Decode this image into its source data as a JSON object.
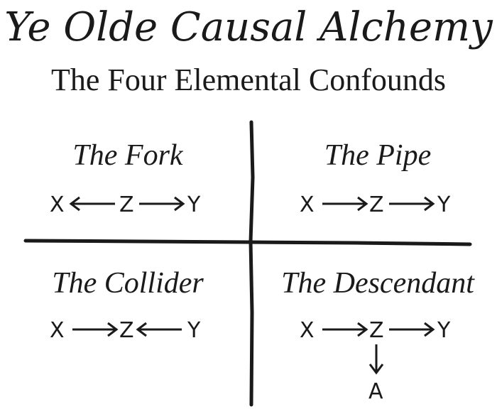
{
  "header": {
    "title": "Ye Olde Causal Alchemy",
    "subtitle": "The Four Elemental Confounds"
  },
  "quadrants": [
    {
      "name": "The Fork",
      "nodes": [
        "X",
        "Z",
        "Y"
      ],
      "edges": [
        "Z→X",
        "Z→Y"
      ]
    },
    {
      "name": "The Pipe",
      "nodes": [
        "X",
        "Z",
        "Y"
      ],
      "edges": [
        "X→Z",
        "Z→Y"
      ]
    },
    {
      "name": "The Collider",
      "nodes": [
        "X",
        "Z",
        "Y"
      ],
      "edges": [
        "X→Z",
        "Y→Z"
      ]
    },
    {
      "name": "The Descendant",
      "nodes": [
        "X",
        "Z",
        "Y",
        "A"
      ],
      "edges": [
        "X→Z",
        "Z→Y",
        "Z→A"
      ]
    }
  ],
  "colors": {
    "ink": "#1a1a1a",
    "background": "#ffffff"
  }
}
